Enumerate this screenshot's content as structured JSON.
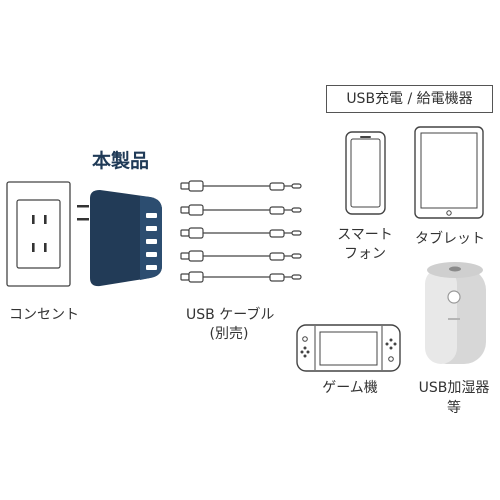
{
  "labels": {
    "devices_header": "USB充電 / 給電機器",
    "product": "本製品",
    "outlet": "コンセント",
    "cable_line1": "USB ケーブル",
    "cable_line2": "(別売)",
    "smartphone_line1": "スマート",
    "smartphone_line2": "フォン",
    "tablet": "タブレット",
    "game_console": "ゲーム機",
    "humidifier_line1": "USB加湿器",
    "humidifier_line2": "等"
  },
  "colors": {
    "product_body": "#223b57",
    "product_text": "#1f3a57",
    "line": "#444444"
  },
  "icons": [
    "wall-outlet-icon",
    "usb-charger-icon",
    "usb-cable-icon",
    "smartphone-icon",
    "tablet-icon",
    "game-console-icon",
    "usb-humidifier-icon"
  ]
}
